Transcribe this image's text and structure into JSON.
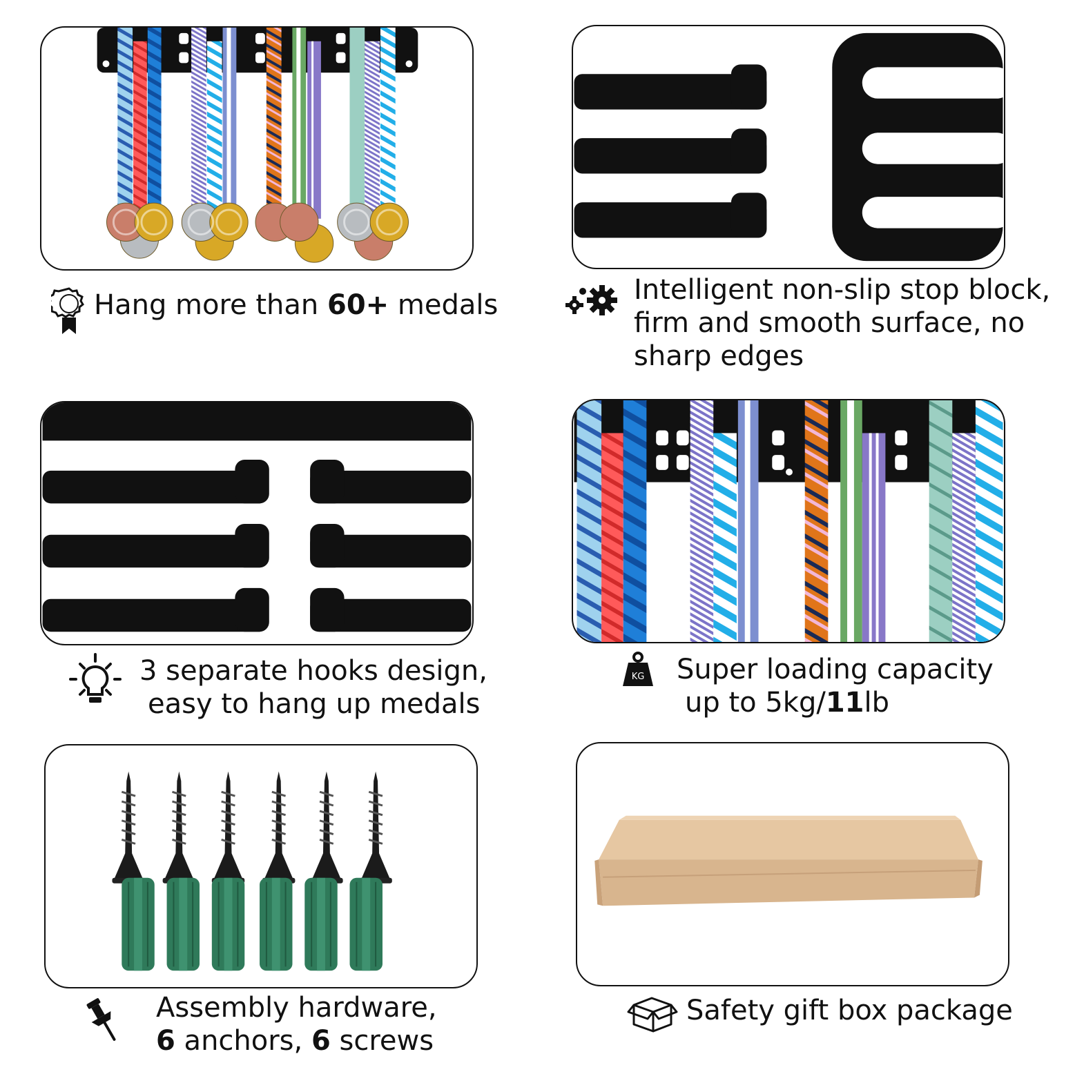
{
  "features": [
    {
      "id": "medals",
      "icon": "medal-icon",
      "lines": [
        {
          "pre": "Hang more than ",
          "bold": "60+",
          "post": " medals"
        }
      ]
    },
    {
      "id": "stop-block",
      "icon": "gears-icon",
      "lines": [
        {
          "pre": "Intelligent non-slip stop block,"
        },
        {
          "pre": "firm and smooth surface, no"
        },
        {
          "pre": "sharp edges"
        }
      ]
    },
    {
      "id": "hooks",
      "icon": "lightbulb-icon",
      "lines": [
        {
          "pre": "3 separate hooks design,"
        },
        {
          "pre": " easy to hang up medals"
        }
      ]
    },
    {
      "id": "capacity",
      "icon": "weight-icon",
      "icon_text": "KG",
      "lines": [
        {
          "pre": "Super loading capacity"
        },
        {
          "pre": " up to 5kg/",
          "bold": "11",
          "post": "lb"
        }
      ]
    },
    {
      "id": "hardware",
      "icon": "pushpin-icon",
      "lines": [
        {
          "pre": "Assembly hardware,"
        },
        {
          "bold": "6",
          "post": " anchors, "
        },
        {
          "bold2": "6",
          "post2": " screws"
        }
      ]
    },
    {
      "id": "package",
      "icon": "box-icon",
      "lines": [
        {
          "pre": "Safety gift box package"
        }
      ]
    }
  ],
  "captions": {
    "medals": {
      "pre": "Hang more than ",
      "bold": "60+",
      "post": " medals"
    },
    "stop_l1": "Intelligent non-slip stop block,",
    "stop_l2": "firm and smooth surface, no",
    "stop_l3": "sharp edges",
    "hooks_l1": "3 separate hooks design,",
    "hooks_l2": "easy to hang up medals",
    "cap_l1": "Super loading capacity",
    "cap_l2_pre": "up to 5kg/",
    "cap_l2_bold": "11",
    "cap_l2_post": "lb",
    "kg": "KG",
    "hw_l1": "Assembly hardware,",
    "hw_n1": "6",
    "hw_anchors": " anchors, ",
    "hw_n2": "6",
    "hw_screws": " screws",
    "package": "Safety gift box package"
  },
  "colors": {
    "ink": "#111111",
    "anchor_green": "#2f7a5a",
    "box_kraft": "#d8b58e",
    "medal_gold": "#d8a826",
    "medal_silver": "#b8bcc0",
    "medal_bronze": "#c97e6a"
  }
}
